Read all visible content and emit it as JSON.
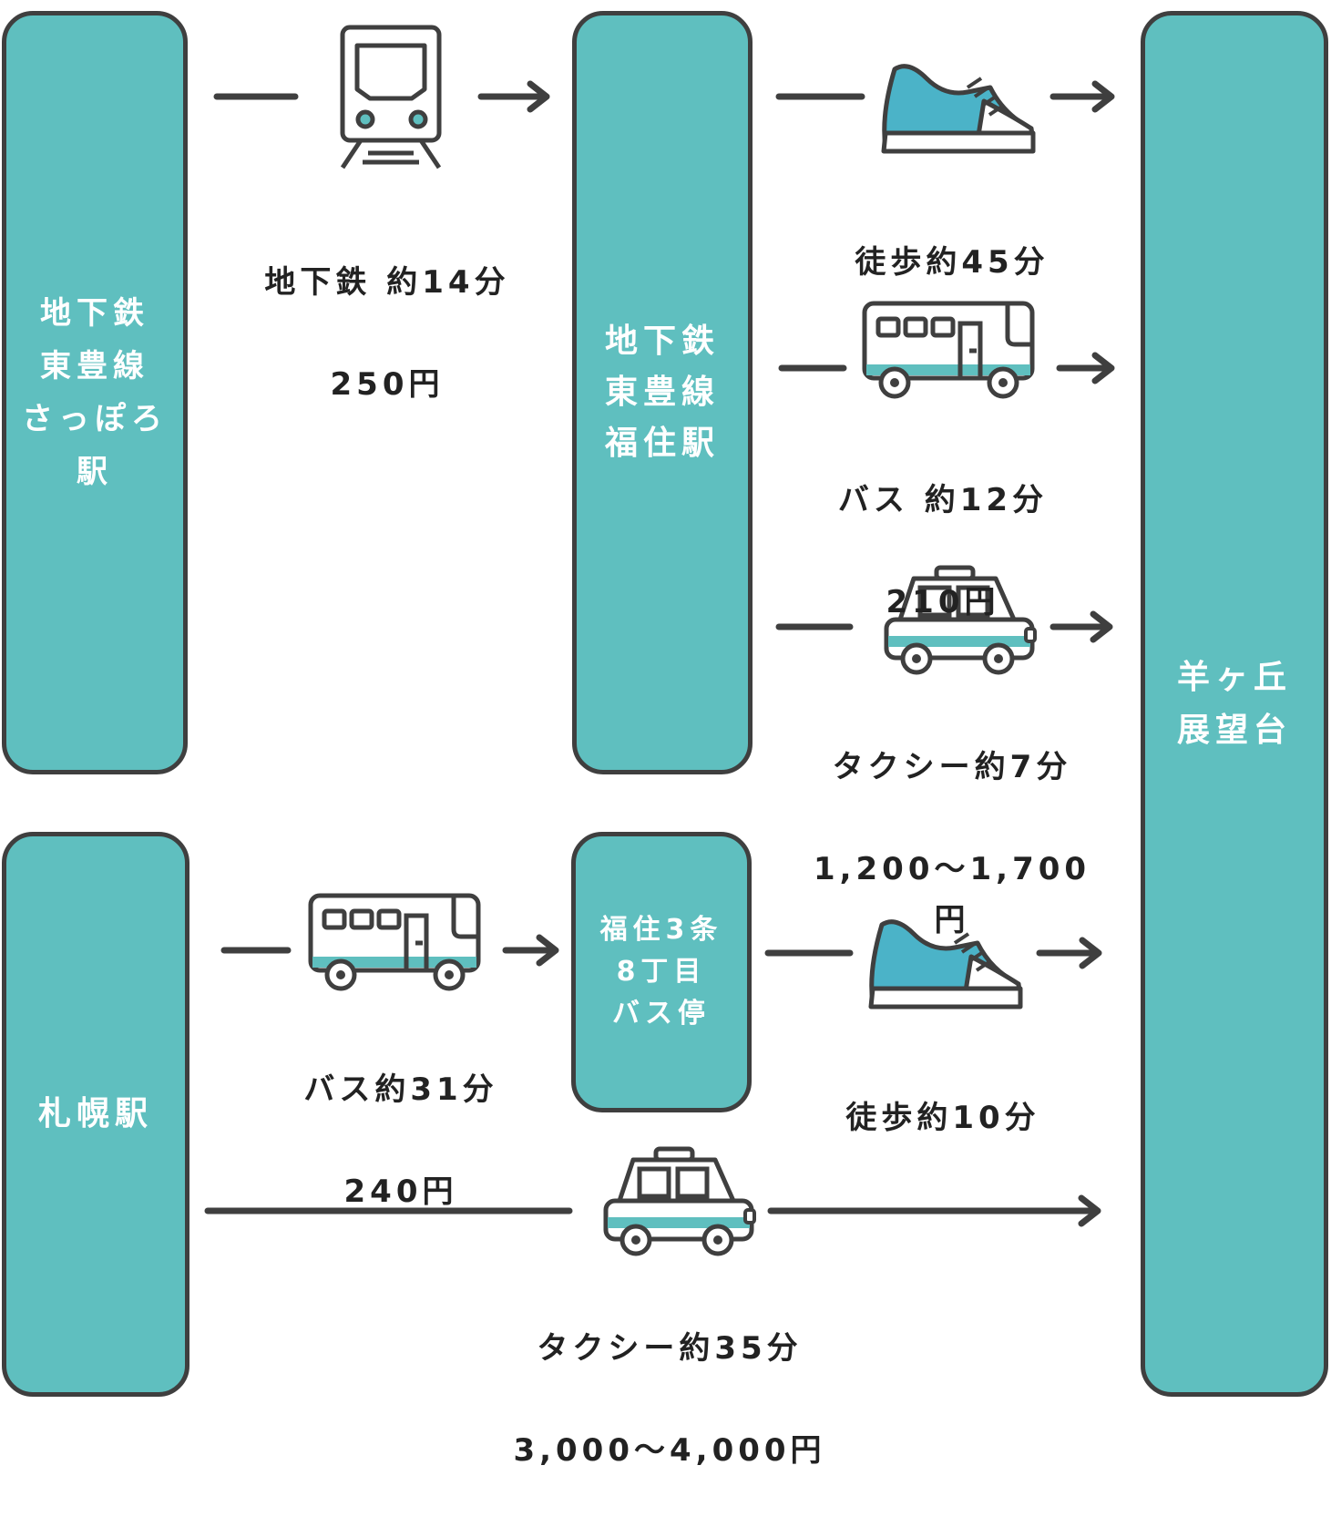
{
  "nodes": {
    "sapporo_subway": "地下鉄\n東豊線\nさっぽろ\n駅",
    "fukuzumi_station": "地下鉄\n東豊線\n福住駅",
    "hitsujigaoka": "羊ヶ丘\n展望台",
    "sapporo_station": "札幌駅",
    "fukuzumi_bus_stop": "福住3条\n8丁目\nバス停"
  },
  "routes": {
    "subway": {
      "time": "地下鉄 約14分",
      "fare": "250円"
    },
    "walk_long": {
      "time": "徒歩約45分"
    },
    "bus_short": {
      "time": "バス 約12分",
      "fare": "210円"
    },
    "taxi_short": {
      "time": "タクシー約7分",
      "fare": "1,200〜1,700円"
    },
    "bus_long": {
      "time": "バス約31分",
      "fare": "240円"
    },
    "walk_short": {
      "time": "徒歩約10分"
    },
    "taxi_long": {
      "time": "タクシー約35分",
      "fare": "3,000〜4,000円"
    }
  },
  "colors": {
    "teal": "#5fbfbf",
    "outline": "#3f3f3f",
    "shoe": "#4bb3c8"
  },
  "icons": [
    "train-icon",
    "shoe-icon",
    "bus-icon",
    "taxi-icon"
  ]
}
